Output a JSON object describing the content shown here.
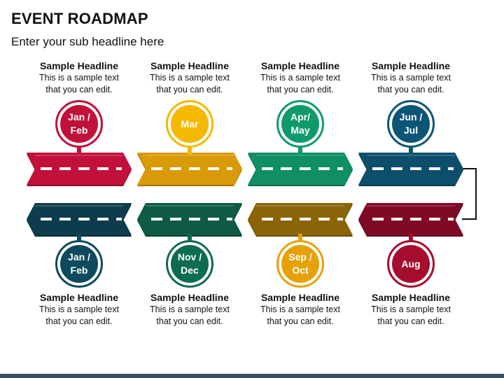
{
  "slide": {
    "title": "EVENT ROADMAP",
    "subtitle": "Enter your sub headline here"
  },
  "milestones": [
    {
      "period": "Jan /\nFeb",
      "headline": "Sample Headline",
      "text": "This is a sample text that you can edit.",
      "color": "#c1113a",
      "row": "top"
    },
    {
      "period": "Mar",
      "headline": "Sample Headline",
      "text": "This is a sample text that you can edit.",
      "color": "#f5b800",
      "row": "top"
    },
    {
      "period": "Apr/\nMay",
      "headline": "Sample Headline",
      "text": "This is a sample text that you can edit.",
      "color": "#0f9a6a",
      "row": "top"
    },
    {
      "period": "Jun /\nJul",
      "headline": "Sample Headline",
      "text": "This is a sample text that you can edit.",
      "color": "#0d5576",
      "row": "top"
    },
    {
      "period": "Jan /\nFeb",
      "headline": "Sample Headline",
      "text": "This is a sample text that you can edit.",
      "color": "#0d4a5e",
      "row": "bottom"
    },
    {
      "period": "Nov /\nDec",
      "headline": "Sample Headline",
      "text": "This is a sample text that you can edit.",
      "color": "#0d6b52",
      "row": "bottom"
    },
    {
      "period": "Sep /\nOct",
      "headline": "Sample Headline",
      "text": "This is a sample text that you can edit.",
      "color": "#e6a10a",
      "row": "bottom"
    },
    {
      "period": "Aug",
      "headline": "Sample Headline",
      "text": "This is a sample text that you can edit.",
      "color": "#a50d2e",
      "row": "bottom"
    }
  ],
  "roads": [
    {
      "row": "top",
      "color": "#c1113a",
      "dark": "#8f0c2b"
    },
    {
      "row": "top",
      "color": "#d99a07",
      "dark": "#a87505"
    },
    {
      "row": "top",
      "color": "#0f8f62",
      "dark": "#0a6a48"
    },
    {
      "row": "top",
      "color": "#0d4f6b",
      "dark": "#093a50"
    },
    {
      "row": "bottom",
      "color": "#0d3c4c",
      "dark": "#082a36"
    },
    {
      "row": "bottom",
      "color": "#0f5a45",
      "dark": "#0a4232"
    },
    {
      "row": "bottom",
      "color": "#8a6407",
      "dark": "#664a05"
    },
    {
      "row": "bottom",
      "color": "#7f0a25",
      "dark": "#5c071b"
    }
  ]
}
